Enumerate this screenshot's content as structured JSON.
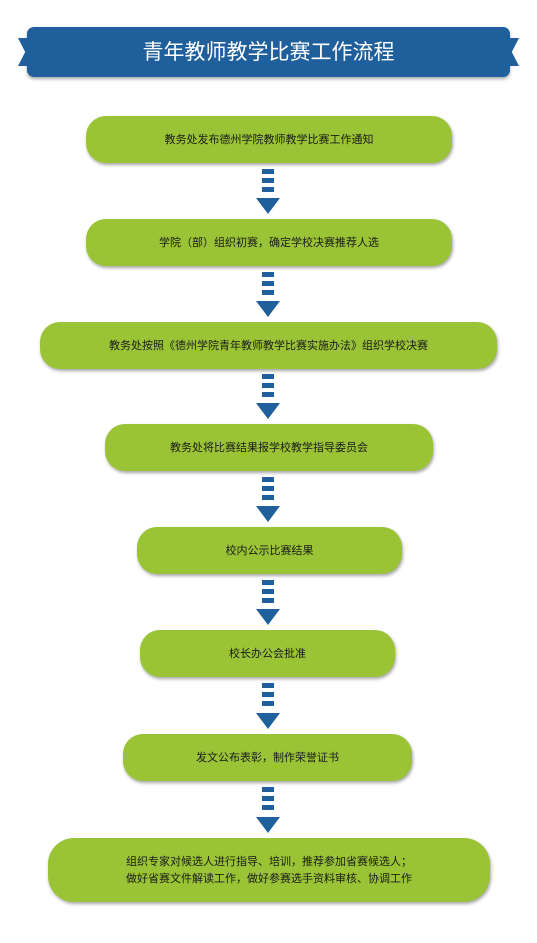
{
  "title": "青年教师教学比赛工作流程",
  "steps": [
    "教务处发布德州学院教师教学比赛工作通知",
    "学院（部）组织初赛，确定学校决赛推荐人选",
    "教务处按照《德州学院青年教师教学比赛实施办法》组织学校决赛",
    "教务处将比赛结果报学校教学指导委员会",
    "校内公示比赛结果",
    "校长办公会批准",
    "发文公布表彰，制作荣誉证书",
    "组织专家对候选人进行指导、培训，推荐参加省赛候选人；\n做好省赛文件解读工作，做好参赛选手资料审核、协调工作"
  ],
  "colors": {
    "banner": "#1f5f9c",
    "step_fill": "#9ac435",
    "arrow": "#1f5f9c"
  }
}
